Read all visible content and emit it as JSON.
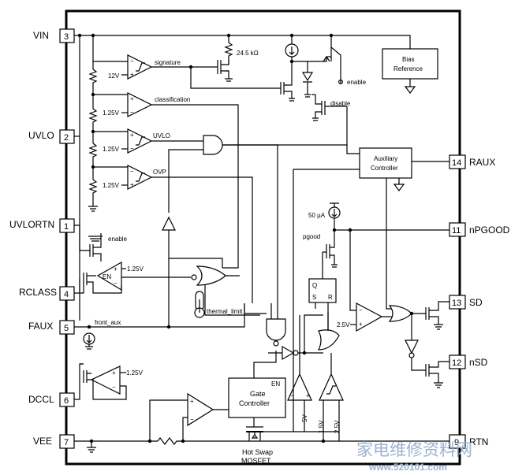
{
  "pins": [
    {
      "num": "3",
      "name": "VIN"
    },
    {
      "num": "2",
      "name": "UVLO"
    },
    {
      "num": "1",
      "name": "UVLORTN"
    },
    {
      "num": "4",
      "name": "RCLASS"
    },
    {
      "num": "5",
      "name": "FAUX"
    },
    {
      "num": "6",
      "name": "DCCL"
    },
    {
      "num": "7",
      "name": "VEE"
    },
    {
      "num": "14",
      "name": "RAUX"
    },
    {
      "num": "11",
      "name": "nPGOOD"
    },
    {
      "num": "13",
      "name": "SD"
    },
    {
      "num": "12",
      "name": "nSD"
    },
    {
      "num": "9",
      "name": "RTN"
    }
  ],
  "blocks": {
    "bias_reference": [
      "Bias",
      "Reference"
    ],
    "auxiliary_controller": [
      "Auxiliary",
      "Controller"
    ],
    "gate_controller": [
      "Gate",
      "Controller"
    ],
    "gate_en": "EN",
    "latch_q": "Q",
    "latch_s": "S",
    "latch_r": "R"
  },
  "labels": {
    "resistor_24k5": "24.5 kΩ",
    "signature": "signature",
    "v12": "12V",
    "classification": "classification",
    "v125_class": "1.25V",
    "uvlo_sig": "UVLO",
    "v125_uvlo": "1.25V",
    "ovp": "OVP",
    "v125_ovp": "1.25V",
    "enable_top": "enable",
    "disable": "disable",
    "enable_uvlortn": "enable",
    "en_rclass": "EN",
    "v125_rclass": "1.25V",
    "thermal_limit": "thermal_limit",
    "front_aux": "front_aux",
    "v125_dccl": "1.25V",
    "current_50ua": "50 µA",
    "pgood": "pgood",
    "v25": "2.5V",
    "v5": "5V",
    "v15": "1.5V",
    "v25b": "2.5V",
    "hot_swap_1": "Hot Swap",
    "hot_swap_2": "MOSFET"
  },
  "watermark": {
    "cn": "家电维修资料网",
    "url": "www.520101.com"
  }
}
